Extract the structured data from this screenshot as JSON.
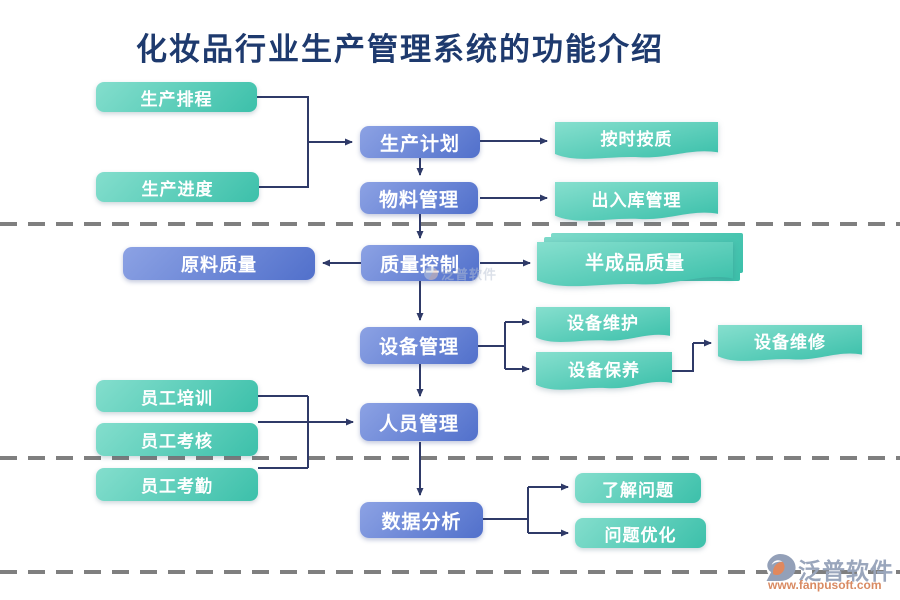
{
  "title": "化妆品行业生产管理系统的功能介绍",
  "nodes": {
    "scheduling": "生产排程",
    "progress": "生产进度",
    "plan": "生产计划",
    "material": "物料管理",
    "on_time": "按时按质",
    "warehouse": "出入库管理",
    "quality": "质量控制",
    "raw_quality": "原料质量",
    "semi_quality": "半成品质量",
    "equipment": "设备管理",
    "maintenance": "设备维护",
    "upkeep": "设备保养",
    "repair": "设备维修",
    "staff": "人员管理",
    "training": "员工培训",
    "assessment": "员工考核",
    "attendance": "员工考勤",
    "analysis": "数据分析",
    "understand": "了解问题",
    "optimize": "问题优化"
  },
  "watermark": {
    "text": "泛普软件"
  },
  "logo": {
    "name": "泛普软件",
    "url": "www.fanpusoft.com",
    "icon": "fanpu-circle-icon"
  },
  "colors": {
    "title_navy": "#1e3a6e",
    "teal_light": "#84decd",
    "teal_dark": "#3cc0aa",
    "blue_light": "#8ca2e4",
    "blue_dark": "#5170cb",
    "wire_navy": "#2f3a68",
    "dash_gray": "#7f7f7f",
    "logo_gray": "#9aa6bc",
    "logo_orange": "#d98a62"
  }
}
